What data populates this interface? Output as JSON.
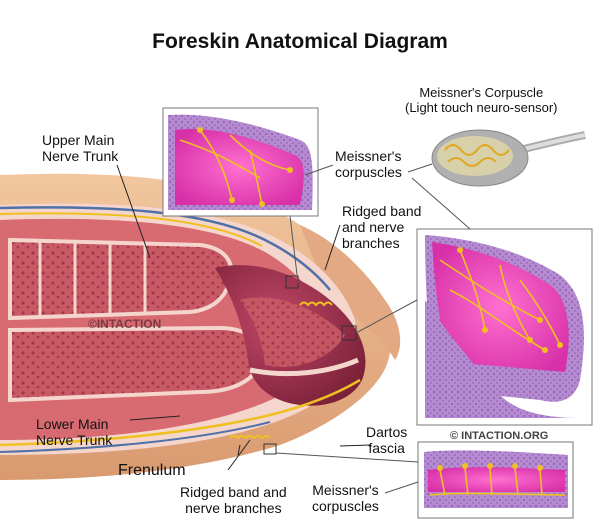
{
  "title": "Foreskin Anatomical Diagram",
  "labels": {
    "upper_main_nerve_trunk": [
      "Upper Main",
      "Nerve Trunk"
    ],
    "meissners_corpuscles_top": [
      "Meissner's",
      "corpuscles"
    ],
    "meissners_corpuscle_detail": [
      "Meissner's Corpuscle",
      "(Light touch neuro-sensor)"
    ],
    "ridged_band_top": [
      "Ridged band",
      "and nerve",
      "branches"
    ],
    "lower_main_nerve_trunk": [
      "Lower Main",
      "Nerve Trunk"
    ],
    "frenulum": "Frenulum",
    "ridged_band_bottom": [
      "Ridged band and",
      "nerve branches"
    ],
    "dartos_fascia": [
      "Dartos",
      "fascia"
    ],
    "meissners_corpuscles_bottom": [
      "Meissner's",
      "corpuscles"
    ]
  },
  "watermarks": {
    "center": "©INTACTION",
    "corner": "© INTACTION.ORG"
  },
  "colors": {
    "skin": "#e8b48c",
    "tissue": "#c0545f",
    "tissue_light": "#f0c8c4",
    "glans": "#9c3048",
    "nerve": "#f0c020",
    "epithelium": "#a070c0",
    "dermis_pink": "#e840b8",
    "nerve_trunk_blue": "#5070a8"
  }
}
